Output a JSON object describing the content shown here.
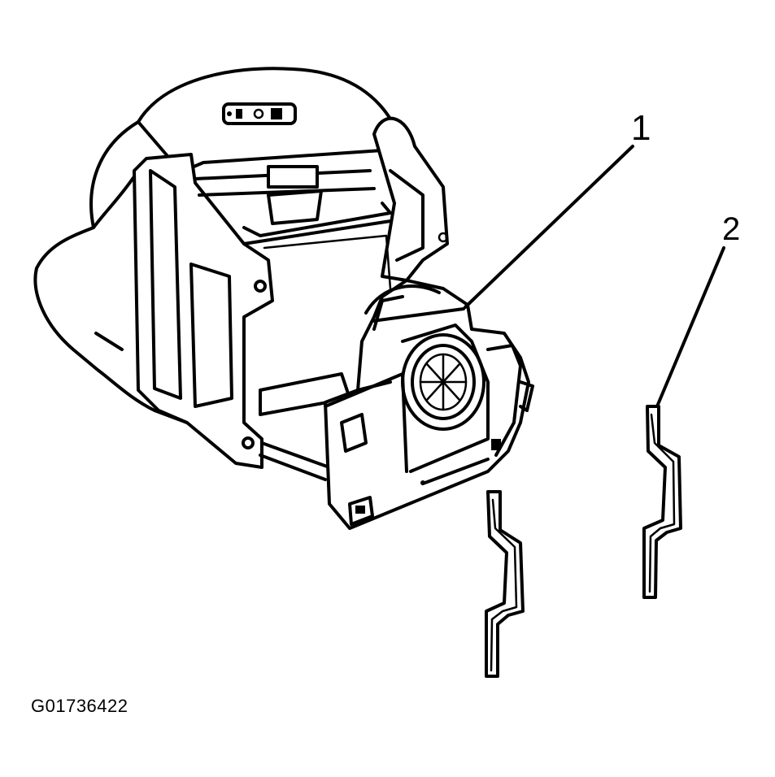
{
  "callouts": {
    "one": "1",
    "two": "2"
  },
  "figure_code": "G01736422",
  "colors": {
    "ink": "#000000",
    "paper": "#ffffff"
  }
}
